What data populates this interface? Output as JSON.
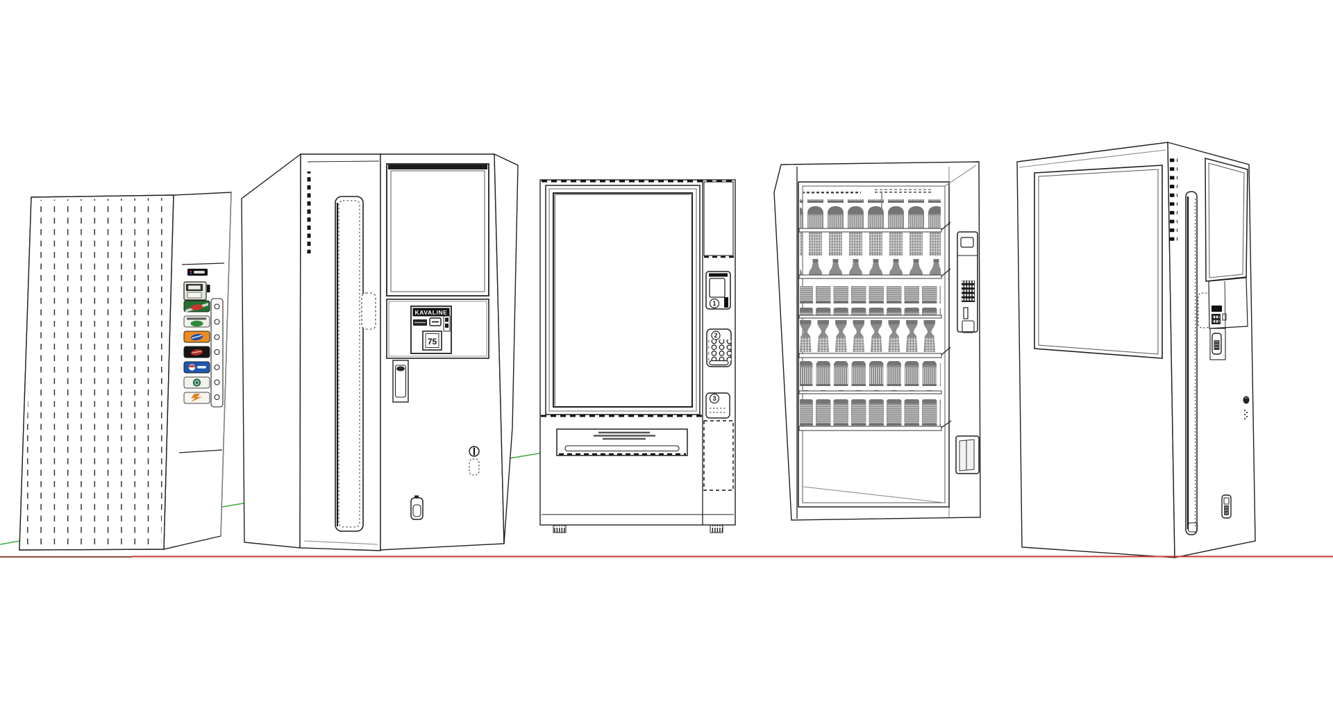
{
  "scene": {
    "background": "#ffffff",
    "objects": [
      "beverage-vending-machine-with-logo-panel",
      "kavaline-ticket-vending-machine",
      "glassfront-snack-vending-machine",
      "bottle-cooler-vending-machine",
      "perspective-kiosk-vending-machine"
    ]
  },
  "axes": {
    "red_color": "#c43a31",
    "red_dim_color": "#8e4a41",
    "green_color": "#3fae3f"
  },
  "machine1": {
    "logos": [
      {
        "name": "mountain-dew",
        "bg": "#25702f",
        "accent": "#c8362f"
      },
      {
        "name": "diet-mountain-dew",
        "bg": "#f1f1ea",
        "accent": "#2f8a3c"
      },
      {
        "name": "orange-soda",
        "bg": "#ee8d1f",
        "accent": "#2450a8"
      },
      {
        "name": "dr-pepper",
        "bg": "#191414",
        "accent": "#b03328"
      },
      {
        "name": "pepsi",
        "bg": "#1e57ae",
        "accent": "#d8382e"
      },
      {
        "name": "green-circle-drink",
        "bg": "#f3f3ed",
        "accent": "#23694a"
      },
      {
        "name": "gatorade",
        "bg": "#f6f6ef",
        "accent": "#e2821c"
      }
    ]
  },
  "machine2": {
    "brand_label": "KAVALINE",
    "price_display": "75"
  },
  "machine3": {
    "selector_1": "1",
    "selector_2": "2",
    "selector_3": "3"
  }
}
